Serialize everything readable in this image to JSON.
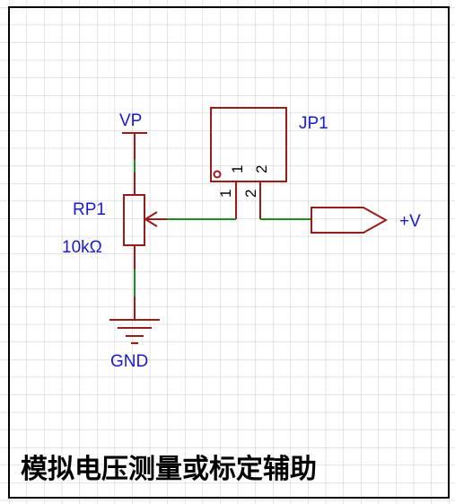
{
  "colors": {
    "background": "#ffffff",
    "grid": "#c8c8c8",
    "frame": "#000000",
    "component": "#9b1b1b",
    "wire": "#1e8c1e",
    "net_label": "#1a1ad6",
    "title": "#000000"
  },
  "components": {
    "potentiometer": {
      "designator": "RP1",
      "value": "10kΩ"
    },
    "header": {
      "designator": "JP1",
      "pins": [
        "1",
        "2"
      ]
    }
  },
  "nets": {
    "power_top": "VP",
    "ground": "GND",
    "output": "+V"
  },
  "title": "模拟电压测量或标定辅助"
}
